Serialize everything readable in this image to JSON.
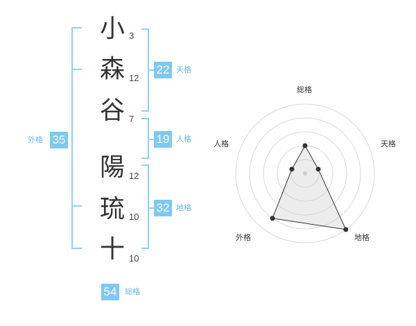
{
  "name_chars": [
    {
      "char": "小",
      "strokes": "3"
    },
    {
      "char": "森",
      "strokes": "12"
    },
    {
      "char": "谷",
      "strokes": "7"
    },
    {
      "char": "陽",
      "strokes": "12"
    },
    {
      "char": "琉",
      "strokes": "10"
    },
    {
      "char": "十",
      "strokes": "10"
    }
  ],
  "kakusu": {
    "tenkaku": {
      "value": "22",
      "label": "天格"
    },
    "jinkaku": {
      "value": "19",
      "label": "人格"
    },
    "chikaku": {
      "value": "32",
      "label": "地格"
    },
    "gaikaku": {
      "value": "35",
      "label": "外格"
    },
    "soukaku": {
      "value": "54",
      "label": "総格"
    }
  },
  "colors": {
    "accent": "#7ec8f3",
    "bracket": "#8fd0f5",
    "label": "#6ab8e8"
  },
  "chart_data": {
    "type": "radar",
    "axes": [
      "総格",
      "天格",
      "地格",
      "外格",
      "人格"
    ],
    "values": [
      2,
      1,
      5,
      4,
      1
    ],
    "max": 5,
    "grid_rings": 5
  }
}
